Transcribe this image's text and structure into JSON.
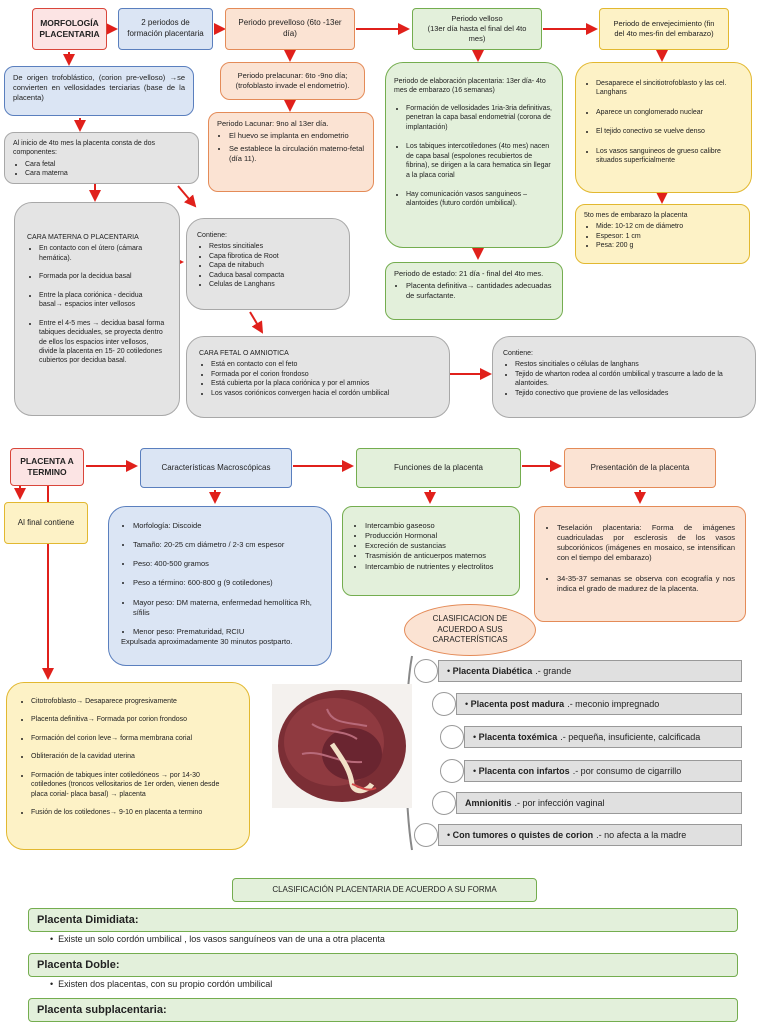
{
  "morfologia": {
    "title": "MORFOLOGÍA PLACENTARIA"
  },
  "periodos": {
    "title": "2 periodos de formación placentaria"
  },
  "prevelloso": {
    "title": "Periodo prevelloso (6to -13er día)"
  },
  "velloso": {
    "title": "Periodo velloso",
    "subtitle": "(13er día hasta el final del 4to mes)"
  },
  "envejecimiento": {
    "title": "Periodo de envejecimiento (fin del 4to mes-fin del embarazo)"
  },
  "origen": {
    "text": "De origen trofoblástico, (corion pre-velloso) →se convierten en vellosidades terciarias (base de la placenta)"
  },
  "prelacunar": {
    "text": "Periodo prelacunar: 6to -9no día; (trofoblasto invade el endometrio)."
  },
  "lacunar": {
    "title": "Periodo Lacunar: 9no al 13er día.",
    "items": [
      "El huevo se implanta en endometrio",
      "Se establece la circulación materno-fetal (día 11)."
    ]
  },
  "elaboracion": {
    "title": "Periodo de elaboración placentaria: 13er día- 4to mes de embarazo (16 semanas)",
    "items": [
      "Formación de vellosidades 1ria-3ria definitivas, penetran la capa basal endometrial (corona de implantación)",
      "Los tabiques intercotiledones (4to mes) nacen de capa basal (espolones recubiertos de fibrina), se dirigen a la cara hematica sin llegar a la placa corial",
      "Hay comunicación vasos sanguineos – alantoides (futuro cordón umbilical)."
    ]
  },
  "estado": {
    "title": "Periodo de estado: 21 día - final del 4to mes.",
    "items": [
      "Placenta definitiva→ cantidades adecuadas de surfactante."
    ]
  },
  "envejecimiento_detalle": {
    "items": [
      "Desaparece el sincitiotrofoblasto y las cel. Langhans",
      "Aparece un conglomerado nuclear",
      "El tejido conectivo se vuelve denso",
      "Los vasos sanguineos de grueso calibre situados superficialmente"
    ]
  },
  "medidas": {
    "title": "5to mes de embarazo la placenta",
    "items": [
      "Mide: 10-12 cm de diámetro",
      "Espesor: 1 cm",
      "Pesa: 200 g"
    ]
  },
  "inicio": {
    "text": "Al inicio de 4to mes la placenta consta de dos componentes:",
    "items": [
      "Cara fetal",
      "Cara materna"
    ]
  },
  "cara_materna": {
    "title": "CARA MATERNA O PLACENTARIA",
    "items": [
      "En contacto con el útero (cámara hemática).",
      "Formada por la decidua basal",
      "Entre la placa coriónica - decidua basal→ espacios inter vellosos",
      "Entre el 4-5 mes → decidua basal forma tabiques deciduales, se proyecta dentro de ellos los espacios inter vellosos, divide la placenta en 15- 20 cotiledones cubiertos por decidua basal."
    ]
  },
  "contiene1": {
    "title": "Contiene:",
    "items": [
      "Restos sincitiales",
      "Capa fibrotica de Root",
      "Capa de nitabuch",
      "Caduca basal compacta",
      "Celulas de Langhans"
    ]
  },
  "cara_fetal": {
    "title": "CARA FETAL O AMNIOTICA",
    "items": [
      "Está en contacto con el feto",
      "Formada por el corion frondoso",
      "Está cubierta por la placa coriónica y por el amnios",
      "Los vasos coriónicos convergen hacia el cordón umbilical"
    ]
  },
  "contiene2": {
    "title": "Contiene:",
    "items": [
      "Restos sincitiales o células de langhans",
      "Tejido de wharton rodea al cordón umbilical y trascurre a lado de la alantoides.",
      "Tejido conectivo que proviene de las vellosidades"
    ]
  },
  "termino": {
    "title": "PLACENTA A TERMINO"
  },
  "macro": {
    "title": "Características Macroscópicas"
  },
  "funciones": {
    "title": "Funciones de la placenta"
  },
  "presentacion": {
    "title": "Presentación de la placenta"
  },
  "final": {
    "text": "Al final contiene"
  },
  "macro_detalle": {
    "items": [
      "Morfología: Discoide",
      "Tamaño: 20-25 cm diámetro / 2-3 cm espesor",
      "Peso: 400-500 gramos",
      "Peso a término: 600-800 g (9 cotiledones)",
      "Mayor peso: DM materna, enfermedad hemolítica Rh, sífilis",
      "Menor peso: Prematuridad, RCIU"
    ],
    "footer": "Expulsada aproximadamente 30 minutos postparto."
  },
  "funciones_detalle": {
    "items": [
      "Intercambio gaseoso",
      "Producción Hormonal",
      "Excreción de sustancias",
      "Trasmisión de anticuerpos maternos",
      "Intercambio de nutrientes y electrolitos"
    ]
  },
  "presentacion_detalle": {
    "items": [
      "Teselación placentaria: Forma de imágenes cuadriculadas por esclerosis de los vasos subcoriónicos (imágenes en mosaico, se intensifican con el tiempo del embarazo)",
      "34-35-37 semanas se observa con ecografía y nos indica el grado de madurez de la placenta."
    ]
  },
  "final_detalle": {
    "items": [
      "Citotrofoblasto→ Desaparece progresivamente",
      "Placenta definitiva→ Formada por corion frondoso",
      "Formación del corion leve→ forma membrana corial",
      "Obliteración de la cavidad uterina",
      "Formación de tabiques inter cotiledóneos → por 14-30 cotiledones (troncos vellositarios de 1er orden, vienen desde placa corial- placa basal) → placenta",
      "Fusión de los cotiledones→ 9-10 en placenta a termino"
    ]
  },
  "clasificacion": {
    "title": "CLASIFICACION DE ACUERDO A SUS CARACTERÍSTICAS",
    "items": [
      {
        "name": "Placenta Diabética",
        "desc": ".- grande"
      },
      {
        "name": "Placenta post madura",
        "desc": ".- meconio impregnado"
      },
      {
        "name": "Placenta toxémica",
        "desc": ".- pequeña, insuficiente, calcificada"
      },
      {
        "name": "Placenta con infartos",
        "desc": ".- por consumo de cigarrillo"
      },
      {
        "name": "Amnionitis",
        "desc": ".- por infección vaginal"
      },
      {
        "name": "Con tumores o quistes de corion",
        "desc": ".- no afecta a la madre"
      }
    ]
  },
  "forma": {
    "title": "CLASIFICACIÓN PLACENTARIA DE ACUERDO A SU FORMA",
    "items": [
      {
        "name": "Placenta Dimidiata:",
        "desc": "Existe un solo cordón umbilical , los vasos sanguíneos van de una a otra placenta"
      },
      {
        "name": "Placenta Doble:",
        "desc": "Existen dos placentas, con su propio cordón umbilical"
      },
      {
        "name": "Placenta subplacentaria:",
        "desc": ""
      }
    ]
  },
  "colors": {
    "arrow": "#e0201b",
    "red": "#d9463b",
    "blue": "#5a7fbe",
    "green": "#74ad4f",
    "yellow": "#e2b830",
    "peach": "#e48b58"
  }
}
